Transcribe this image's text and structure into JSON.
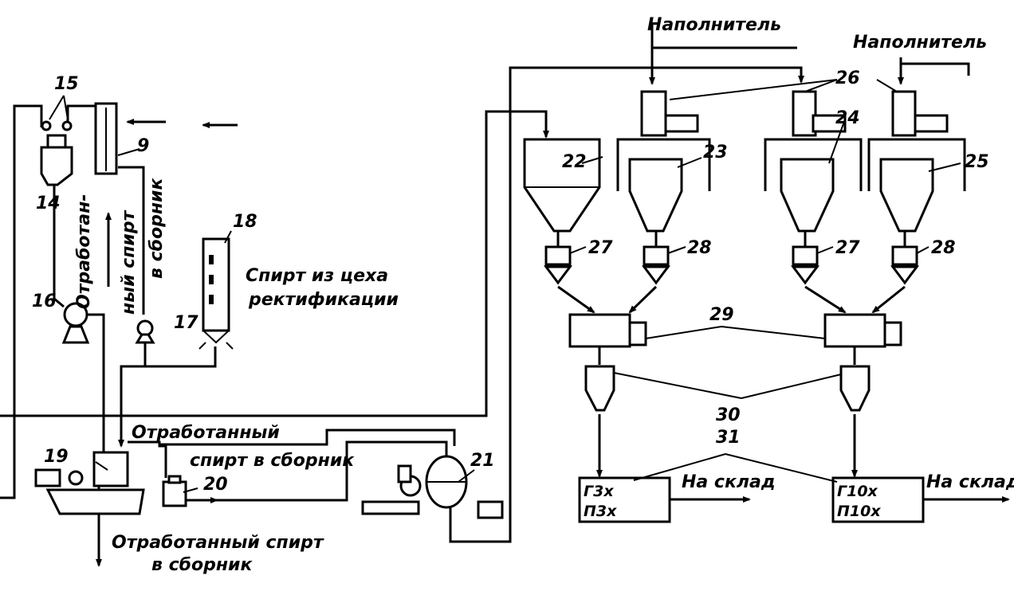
{
  "labels": {
    "filler_1": "Наполнитель",
    "filler_2": "Наполнитель",
    "spent_vertical_1": "Отработан-",
    "spent_vertical_2": "ный спирт",
    "spent_vertical_3": "в сборник",
    "spirit_from_1": "Спирт из цеха",
    "spirit_from_2": "ректификации",
    "spent_mid_1": "Отработанный",
    "spent_mid_2": "спирт в сборник",
    "spent_bottom_1": "Отработанный спирт",
    "spent_bottom_2": "в сборник",
    "to_warehouse_1": "На склад",
    "to_warehouse_2": "На склад"
  },
  "products": {
    "left": [
      "Г3х",
      "П3х"
    ],
    "right": [
      "Г10х",
      "П10х"
    ]
  },
  "numbers": {
    "n9": "9",
    "n14": "14",
    "n15": "15",
    "n16": "16",
    "n17": "17",
    "n18": "18",
    "n19": "19",
    "n20": "20",
    "n21": "21",
    "n22": "22",
    "n23": "23",
    "n24": "24",
    "n25": "25",
    "n26": "26",
    "n27a": "27",
    "n28a": "28",
    "n27b": "27",
    "n28b": "28",
    "n29": "29",
    "n30": "30",
    "n31": "31"
  }
}
